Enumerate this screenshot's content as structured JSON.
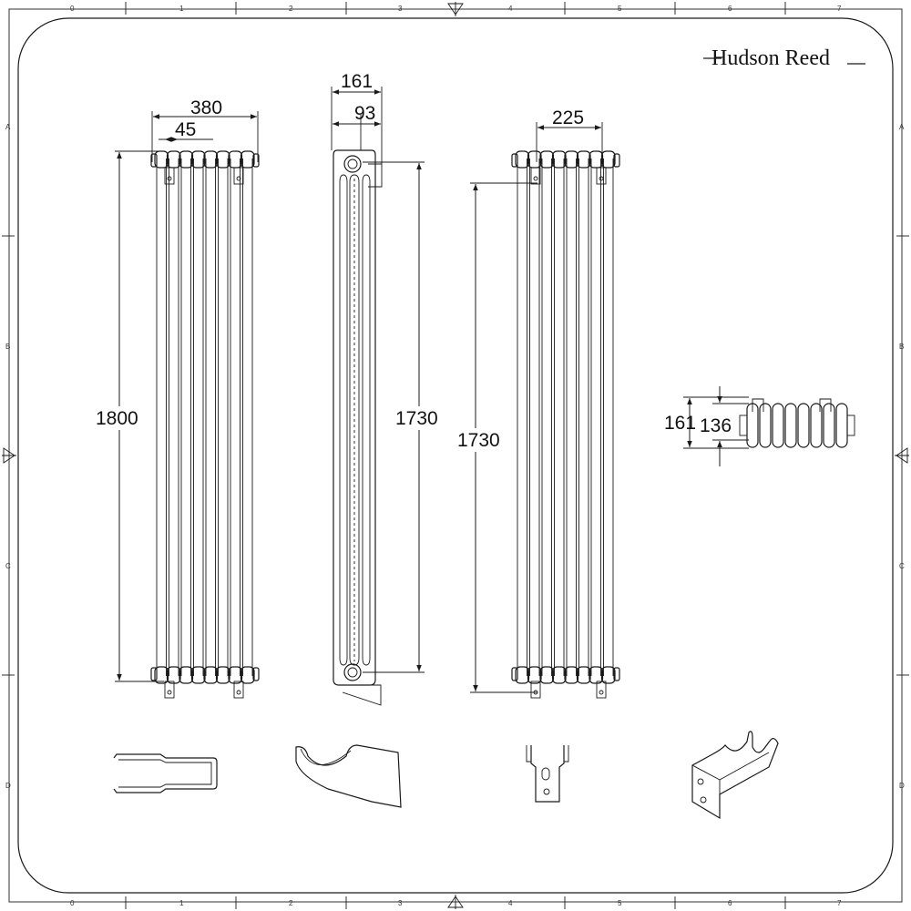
{
  "brand": "Hudson Reed",
  "grid": {
    "columns": [
      "0",
      "1",
      "2",
      "3",
      "4",
      "5",
      "6",
      "7"
    ],
    "rows": [
      "A",
      "B",
      "C",
      "D"
    ]
  },
  "front_view": {
    "width": "380",
    "column_pitch": "45",
    "height": "1800"
  },
  "side_view": {
    "depth": "161",
    "bracket_offset": "93",
    "pipe_centres": "1730"
  },
  "rear_view": {
    "bracket_spacing": "225",
    "bracket_centres": "1730"
  },
  "top_view": {
    "overall_depth": "161",
    "column_depth": "136"
  },
  "brackets": [
    "bracket-side-profile",
    "bracket-cradle-profile",
    "bracket-wall-plate",
    "bracket-isometric"
  ]
}
